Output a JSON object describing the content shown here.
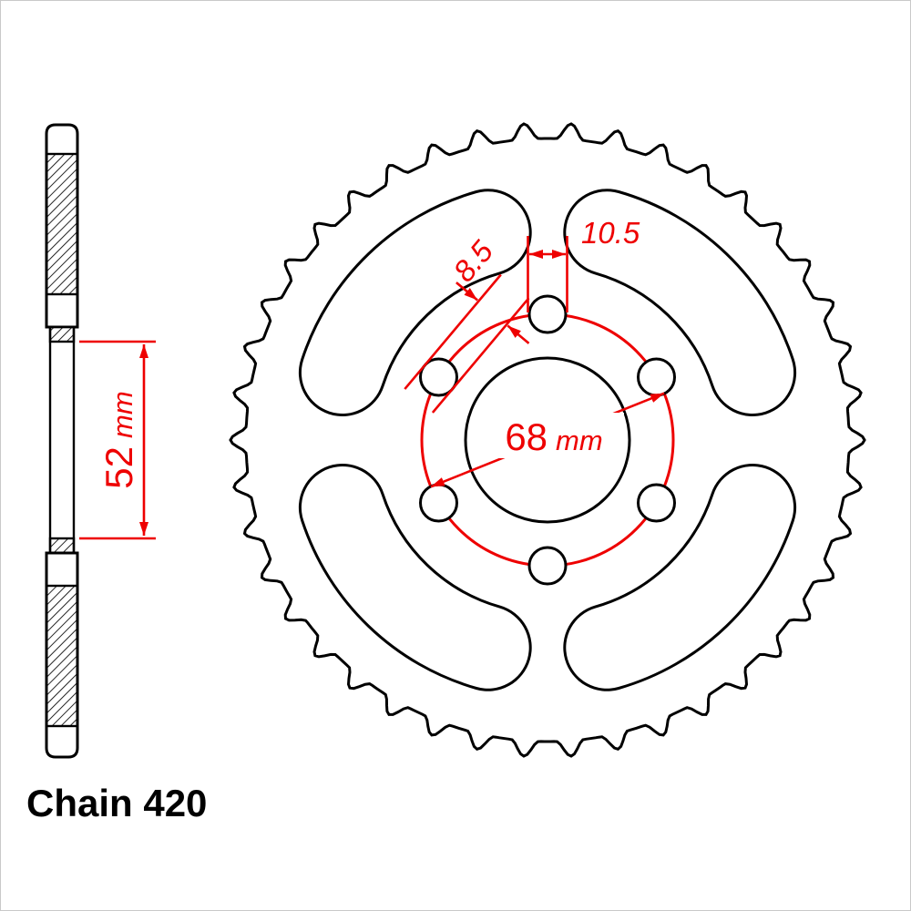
{
  "caption": "Chain 420",
  "dimensions": {
    "side_width": {
      "value": "52",
      "unit": "mm"
    },
    "bolt_circle": {
      "value": "68",
      "unit": "mm"
    },
    "hole_diameter": {
      "value": "8.5"
    },
    "spoke_width": {
      "value": "10.5"
    }
  },
  "sprocket": {
    "teeth": 42,
    "bolt_holes": 6,
    "slots": 4
  },
  "colors": {
    "dimension_red": "#ee0000",
    "line_black": "#000000",
    "background": "#ffffff"
  }
}
